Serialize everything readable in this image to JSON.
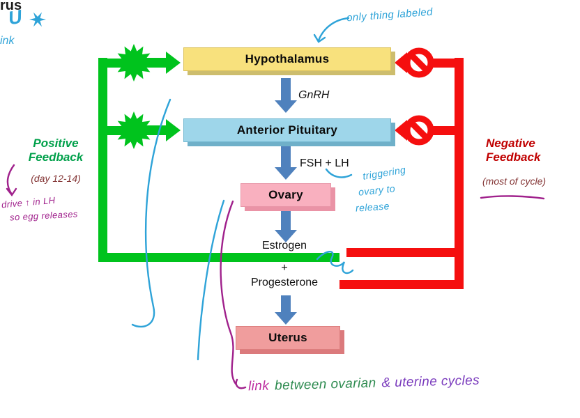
{
  "corner": {
    "partial_text": "rus",
    "scribble_u": "U",
    "scribble_ink": "ink"
  },
  "diagram": {
    "nodes": {
      "hypothalamus": "Hypothalamus",
      "anterior_pituitary": "Anterior Pituitary",
      "ovary": "Ovary",
      "uterus": "Uterus"
    },
    "hormones": {
      "gnrh": "GnRH",
      "fsh_lh": "FSH + LH",
      "estrogen": "Estrogen",
      "plus": "+",
      "progesterone": "Progesterone"
    },
    "feedback": {
      "positive_label": "Positive Feedback",
      "positive_note": "(day 12-14)",
      "negative_label": "Negative Feedback",
      "negative_note": "(most of cycle)"
    }
  },
  "handwritten": {
    "only_thing_labeled": "only thing labeled",
    "triggering_l1": "triggering",
    "triggering_l2": "ovary to",
    "triggering_l3": "release",
    "drive_l1": "drive ↑ in LH",
    "drive_l2": "so egg releases",
    "bottom_link": "link",
    "bottom_between": "between ovarian",
    "bottom_rest": "& uterine cycles"
  },
  "colors": {
    "positive_green": "#00c31d",
    "negative_red": "#f50f0f",
    "flow_arrow_blue": "#4f81bd",
    "marker_blue": "#2ea3d8",
    "marker_purple": "#a0218c",
    "box_yellow": "#f8e17d",
    "box_blue": "#9ed6ea",
    "box_pink": "#f9b0bf",
    "box_salmon": "#f09d9d"
  }
}
